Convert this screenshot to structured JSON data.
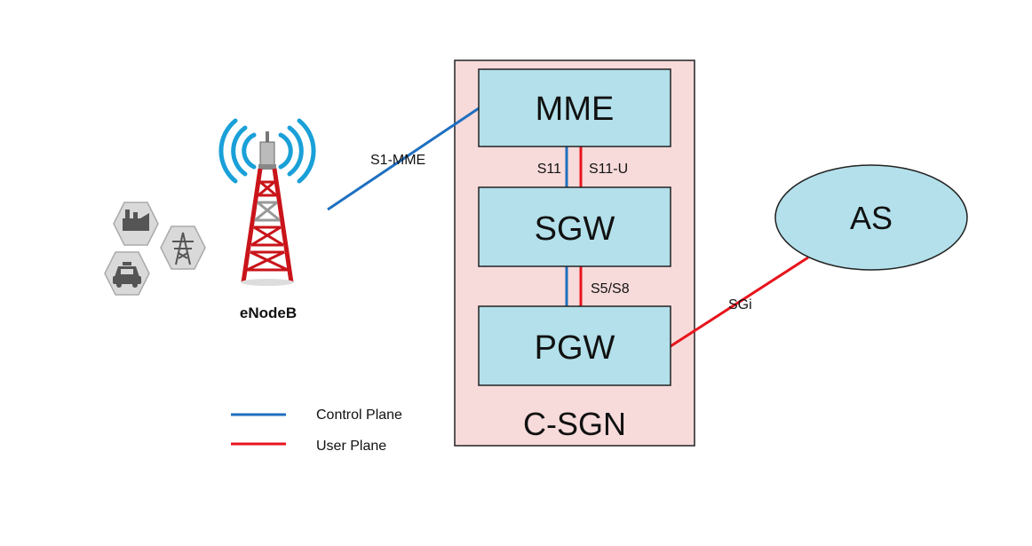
{
  "nodes": {
    "enodeb": "eNodeB",
    "mme": "MME",
    "sgw": "SGW",
    "pgw": "PGW",
    "csgn": "C-SGN",
    "as": "AS"
  },
  "interfaces": {
    "s1_mme": "S1-MME",
    "s11": "S11",
    "s11_u": "S11-U",
    "s5_s8": "S5/S8",
    "sgi": "SGi"
  },
  "legend": {
    "control": "Control Plane",
    "user": "User Plane"
  },
  "colors": {
    "control_plane": "#1f6fbf",
    "user_plane": "#e8141c",
    "csgn_fill": "#f7dada",
    "node_fill": "#b3e0ea",
    "as_fill": "#b3e0ea"
  },
  "icons": [
    "radio-tower-icon",
    "factory-icon",
    "power-pylon-icon",
    "car-icon"
  ]
}
